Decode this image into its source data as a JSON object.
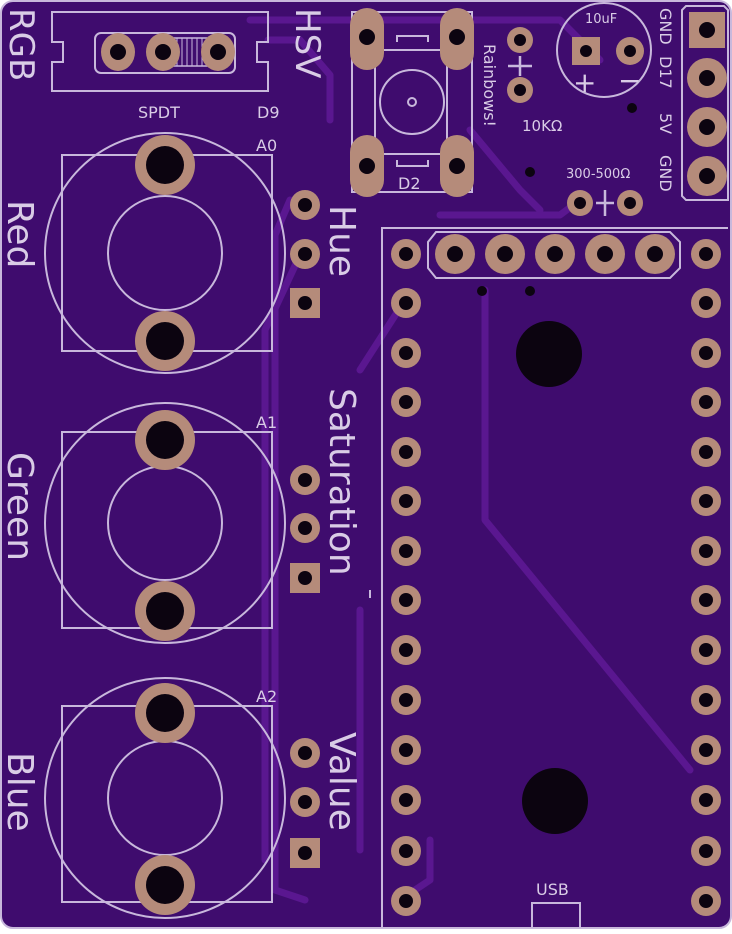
{
  "labels": {
    "rgb": "RGB",
    "hsv": "HSV",
    "spdt": "SPDT",
    "d9": "D9",
    "a0": "A0",
    "a1": "A1",
    "a2": "A2",
    "red": "Red",
    "green": "Green",
    "blue": "Blue",
    "hue": "Hue",
    "saturation": "Saturation",
    "value": "Value",
    "d2": "D2",
    "rainbows": "Rainbows!",
    "resistor_10k": "10KΩ",
    "cap_10uf": "10uF",
    "cap_plus": "+",
    "cap_minus": "−",
    "resistor_300_500": "300-500Ω",
    "header_gnd_top": "GND",
    "header_d17": "D17",
    "header_5v": "5V",
    "header_gnd_bottom": "GND",
    "usb": "USB"
  },
  "colors": {
    "board": "#3f0c6e",
    "silkscreen": "#c8b8dc",
    "pad_copper": "#b58b7a",
    "hole": "#0c0410"
  }
}
